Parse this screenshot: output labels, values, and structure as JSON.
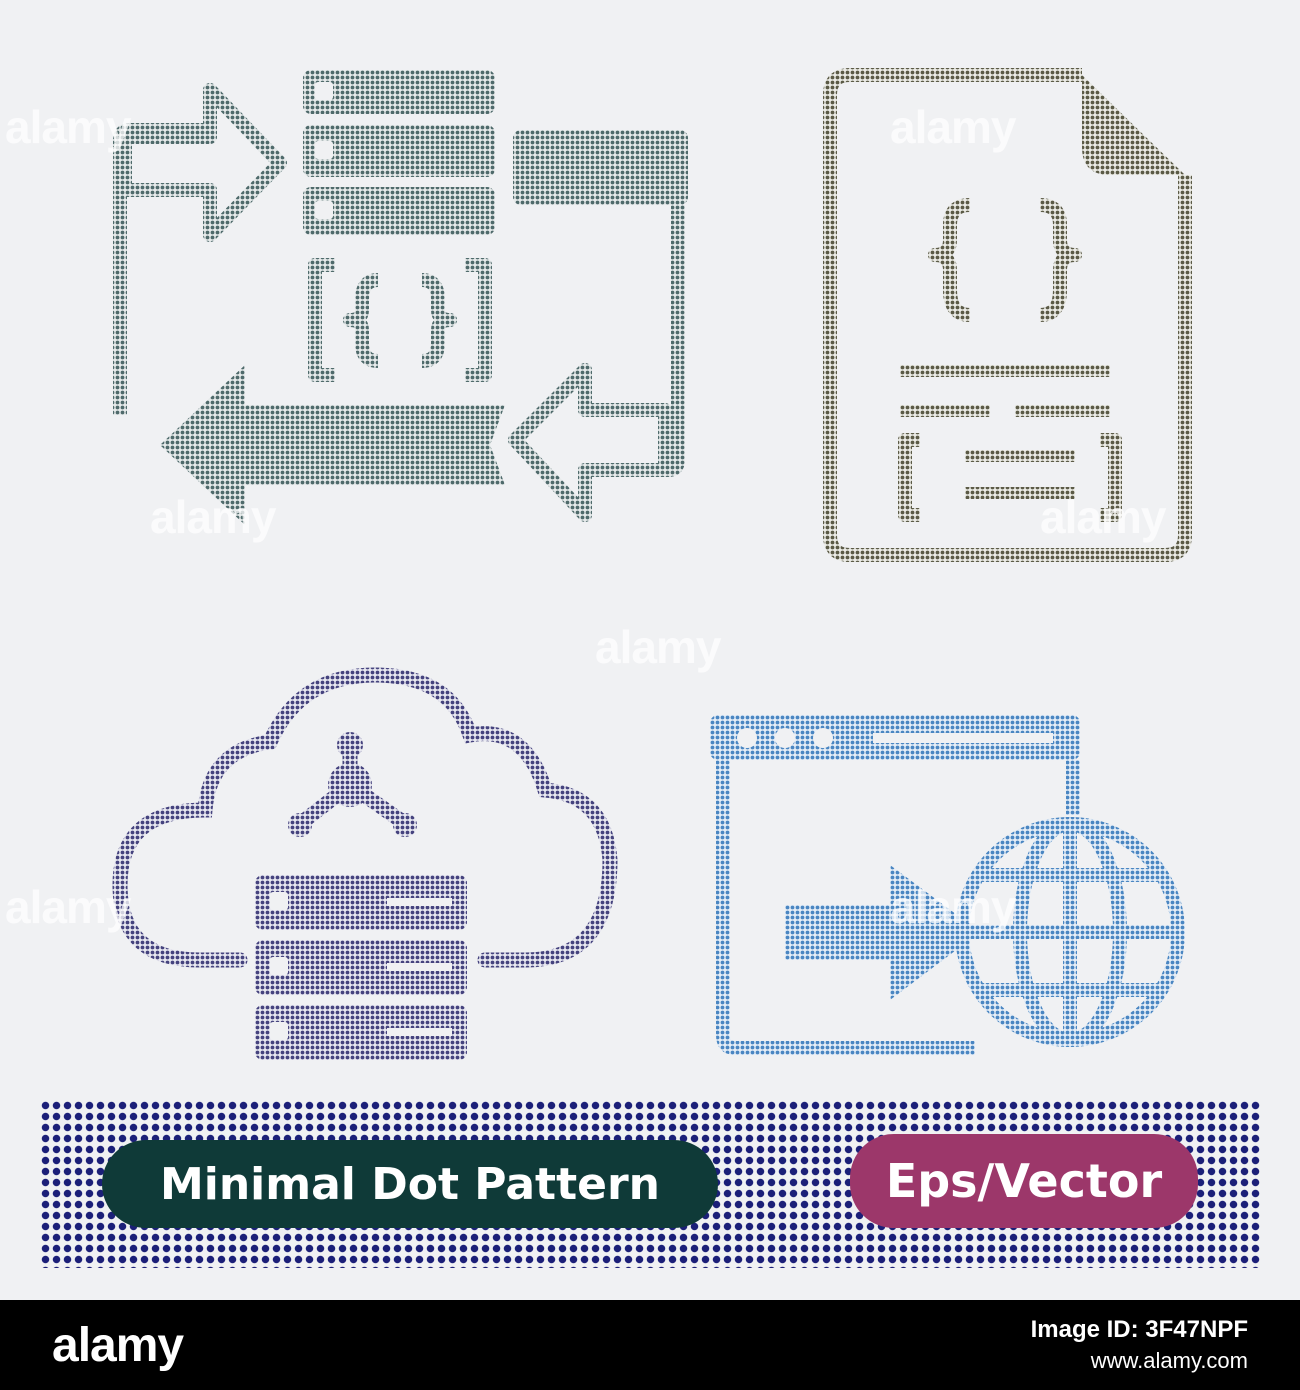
{
  "colors": {
    "icon_api": "#5f7778",
    "icon_json_file": "#6a6a55",
    "icon_cloud": "#4d4c86",
    "icon_web": "#5b93c9",
    "dots": "#1b1f78",
    "pill_left": "#0f3a38",
    "pill_right": "#9c376a"
  },
  "icons": [
    {
      "name": "api-exchange-icon"
    },
    {
      "name": "json-file-icon"
    },
    {
      "name": "cloud-server-icon"
    },
    {
      "name": "web-globe-icon"
    }
  ],
  "watermark": {
    "text": "alamy"
  },
  "banner": {
    "left_label": "Minimal Dot Pattern",
    "right_label": "Eps/Vector"
  },
  "footer": {
    "logo": "alamy",
    "image_id": "Image ID: 3F47NPF",
    "site": "www.alamy.com"
  }
}
